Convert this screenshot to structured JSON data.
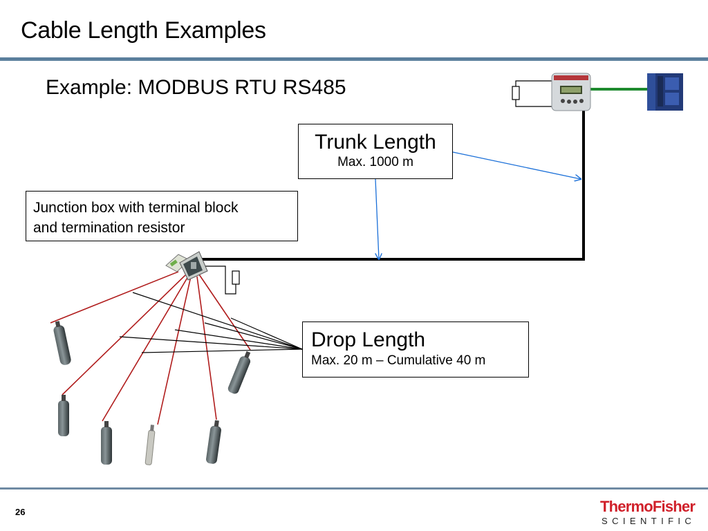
{
  "slide": {
    "title": "Cable Length Examples",
    "subtitle": "Example: MODBUS RTU RS485",
    "page_number": "26"
  },
  "callouts": {
    "trunk": {
      "heading": "Trunk Length",
      "detail": "Max. 1000 m"
    },
    "junction": {
      "line1": "Junction box with terminal block",
      "line2": "and termination resistor"
    },
    "drop": {
      "heading": "Drop Length",
      "detail": "Max. 20 m – Cumulative 40 m"
    }
  },
  "logo": {
    "wordmark": "ThermoFisher",
    "tagline": "SCIENTIFIC"
  },
  "colors": {
    "title_rule": "#5b7f9d",
    "trunk_cable": "#000000",
    "drop_cable": "#b01c1c",
    "network_link": "#1e8a2e",
    "pointer_arrow": "#1a6fd8",
    "logo_red": "#d0202a"
  },
  "icons": [
    "controller-device-icon",
    "plc-icon",
    "junction-box-icon",
    "termination-resistor-icon",
    "sensor-probe-icon"
  ]
}
